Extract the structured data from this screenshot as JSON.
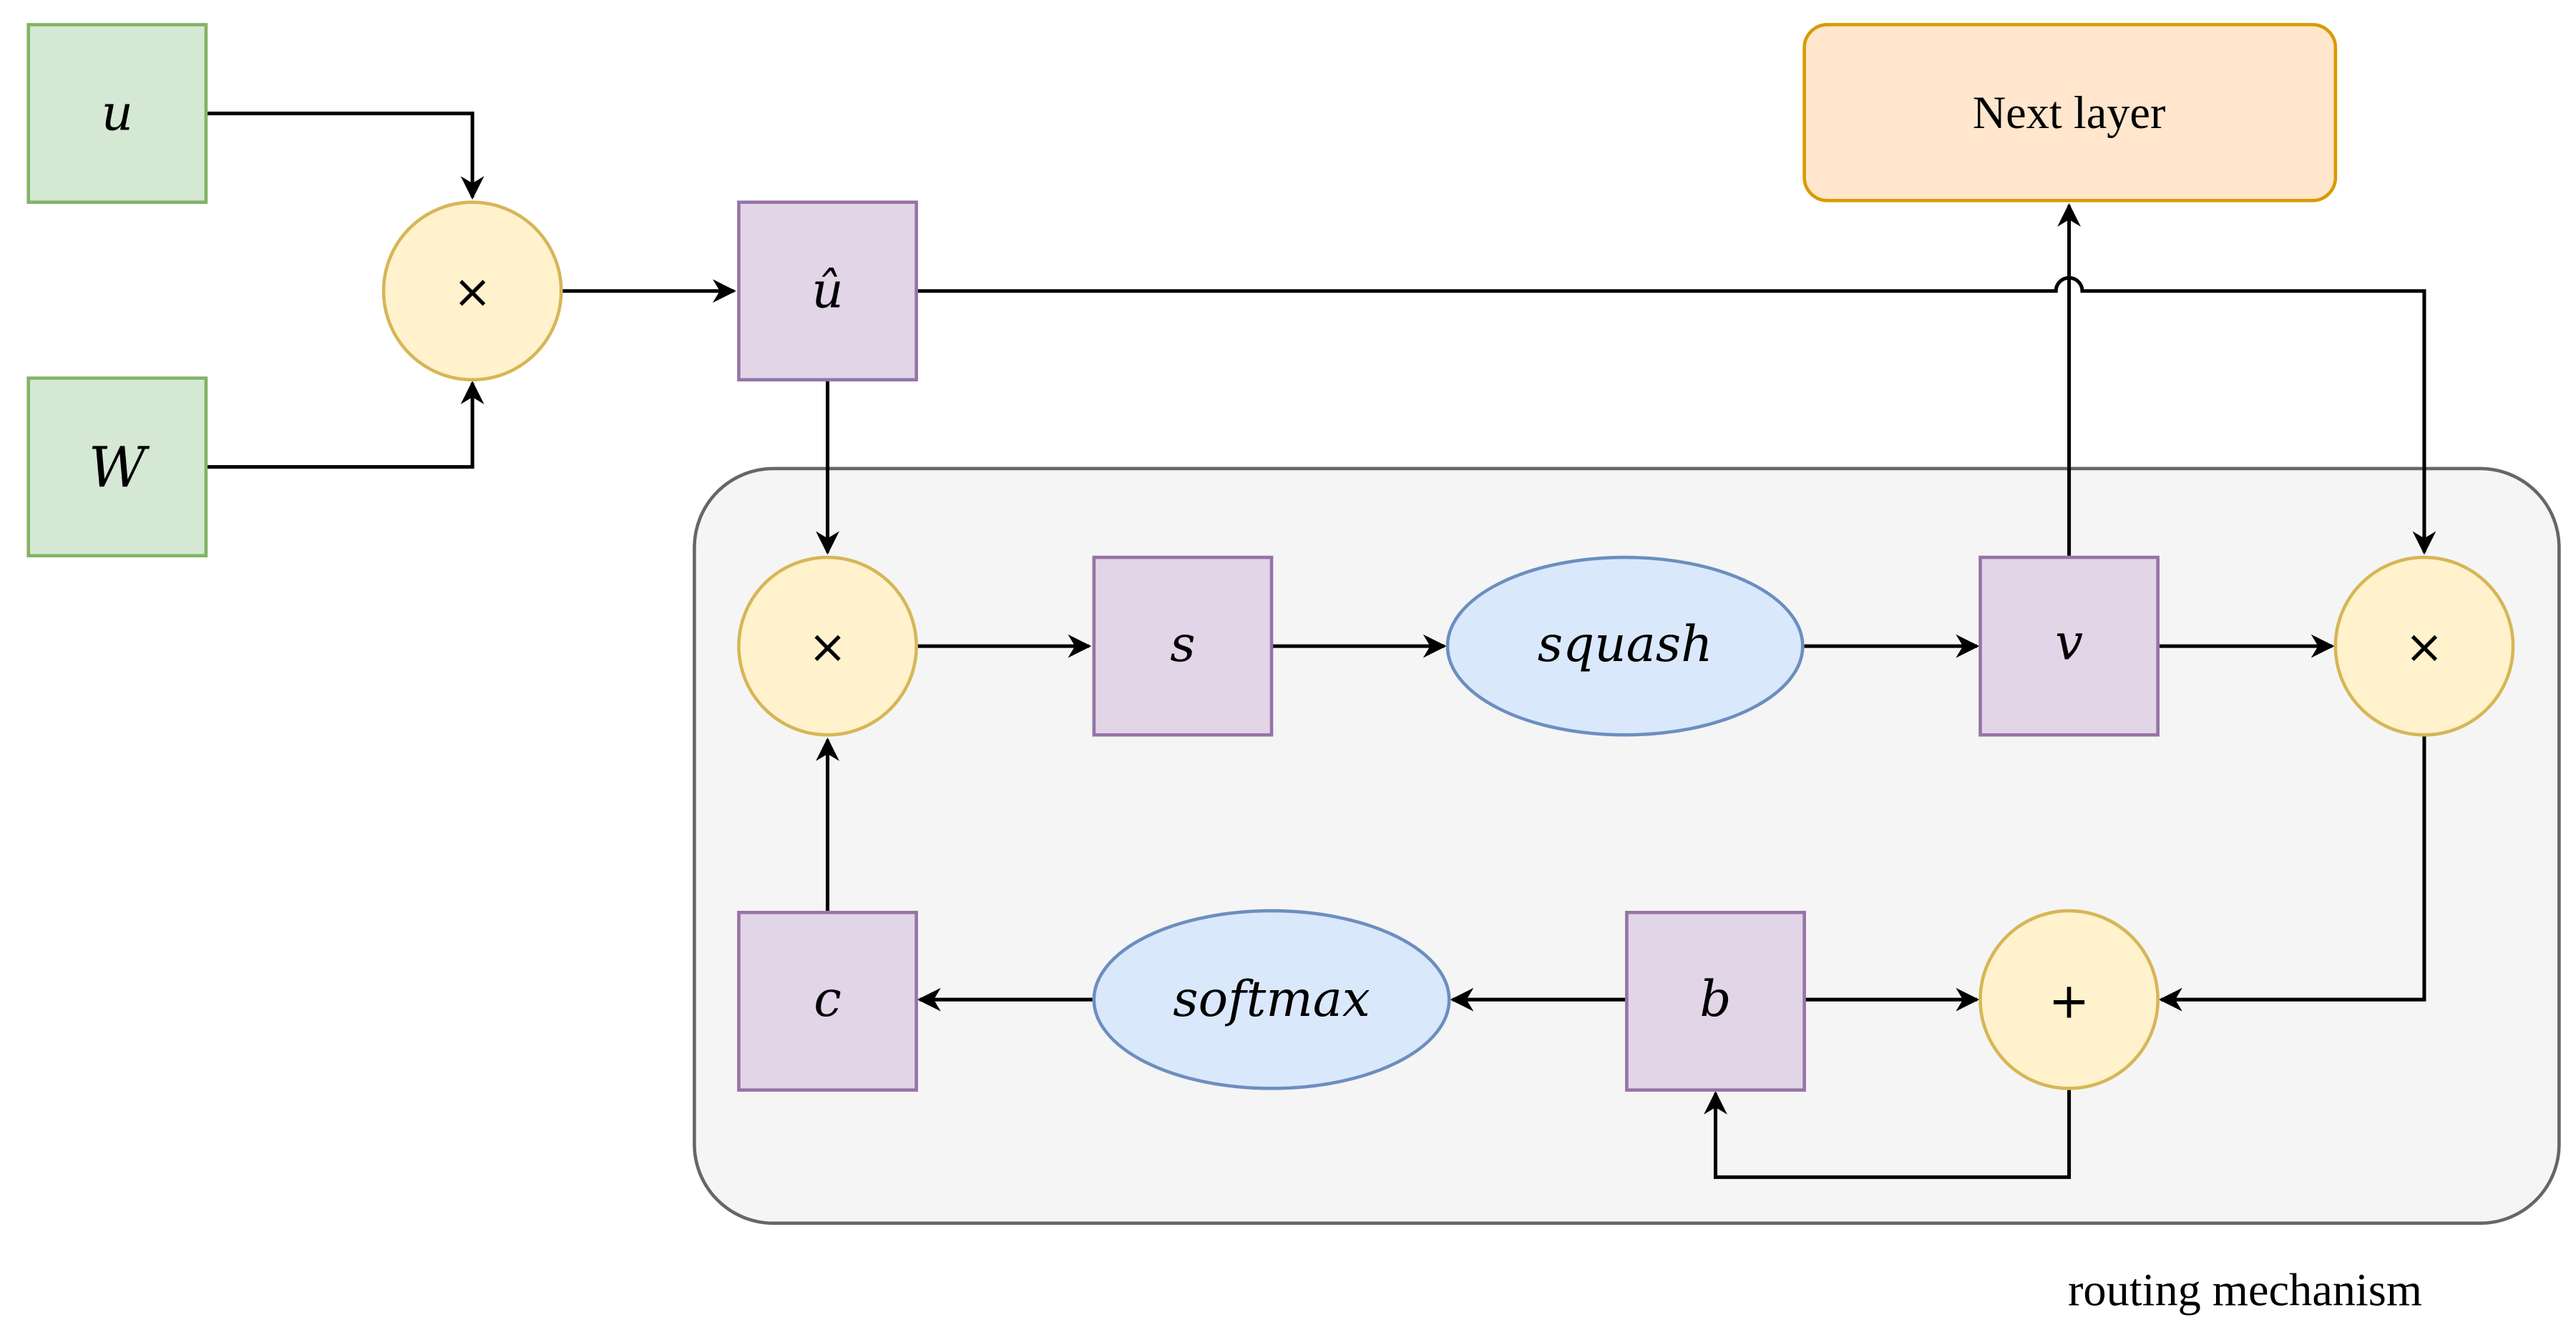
{
  "nodes": {
    "u": {
      "label": "u"
    },
    "W": {
      "label": "W"
    },
    "mult_top": {
      "label": "×"
    },
    "u_hat": {
      "label": "û"
    },
    "next_layer": {
      "label": "Next layer"
    },
    "mult_left": {
      "label": "×"
    },
    "s": {
      "label": "s"
    },
    "squash": {
      "label": "squash"
    },
    "v": {
      "label": "v"
    },
    "mult_right": {
      "label": "×"
    },
    "c": {
      "label": "c"
    },
    "softmax": {
      "label": "softmax"
    },
    "b": {
      "label": "b"
    },
    "plus": {
      "label": "+"
    }
  },
  "group": {
    "label": "routing mechanism"
  },
  "colors": {
    "input_fill": "#d5e8d4",
    "input_stroke": "#82b366",
    "op_fill": "#fff2cc",
    "op_stroke": "#d6b656",
    "var_fill": "#e1d5e7",
    "var_stroke": "#9673a6",
    "func_fill": "#dae8fc",
    "func_stroke": "#6c8ebf",
    "out_fill": "#ffe6cc",
    "out_stroke": "#d79b00",
    "group_fill": "#f5f5f5",
    "group_stroke": "#666666"
  }
}
